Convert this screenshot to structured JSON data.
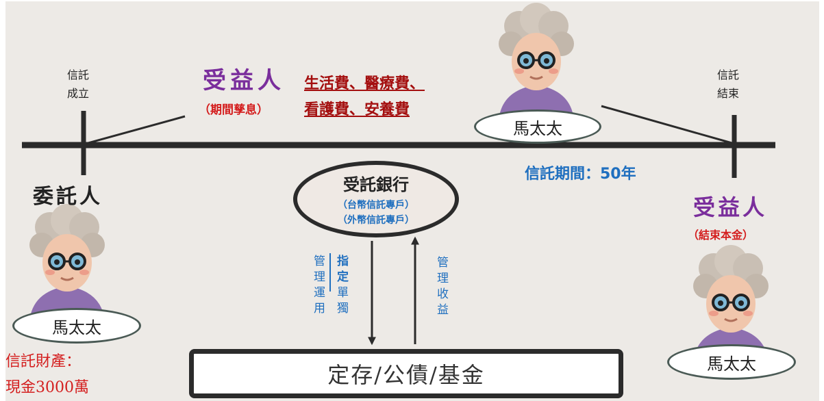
{
  "colors": {
    "timeline": "#2b2b2b",
    "purple": "#7a2e9c",
    "red": "#d41e1e",
    "darkred": "#a40f0f",
    "blue": "#1f6fbf",
    "text": "#222222"
  },
  "icons": {
    "person": "grandmother-icon"
  },
  "timeline": {
    "start_label_line1": "信託",
    "start_label_line2": "成立",
    "end_label_line1": "信託",
    "end_label_line2": "結束",
    "period_label": "信託期間：50年"
  },
  "settlor": {
    "title": "委託人",
    "name": "馬太太",
    "property_line1": "信託財產：",
    "property_line2": "現金3000萬"
  },
  "beneficiary_interim": {
    "title": "受益人",
    "subtitle": "（期間孳息）",
    "uses_line1": "生活費、醫療費、",
    "uses_line2": "看護費、安養費",
    "name": "馬太太"
  },
  "bank": {
    "title": "受託銀行",
    "line1": "（台幣信託專戶）",
    "line2": "（外幣信託專戶）"
  },
  "flows": {
    "down_label_a": "管理運用",
    "down_label_b_bold": "指定",
    "down_label_b_rest": "單獨",
    "up_label": "管理收益"
  },
  "investments": {
    "label": "定存/公債/基金"
  },
  "beneficiary_final": {
    "title": "受益人",
    "subtitle": "（結束本金）",
    "name": "馬太太"
  }
}
